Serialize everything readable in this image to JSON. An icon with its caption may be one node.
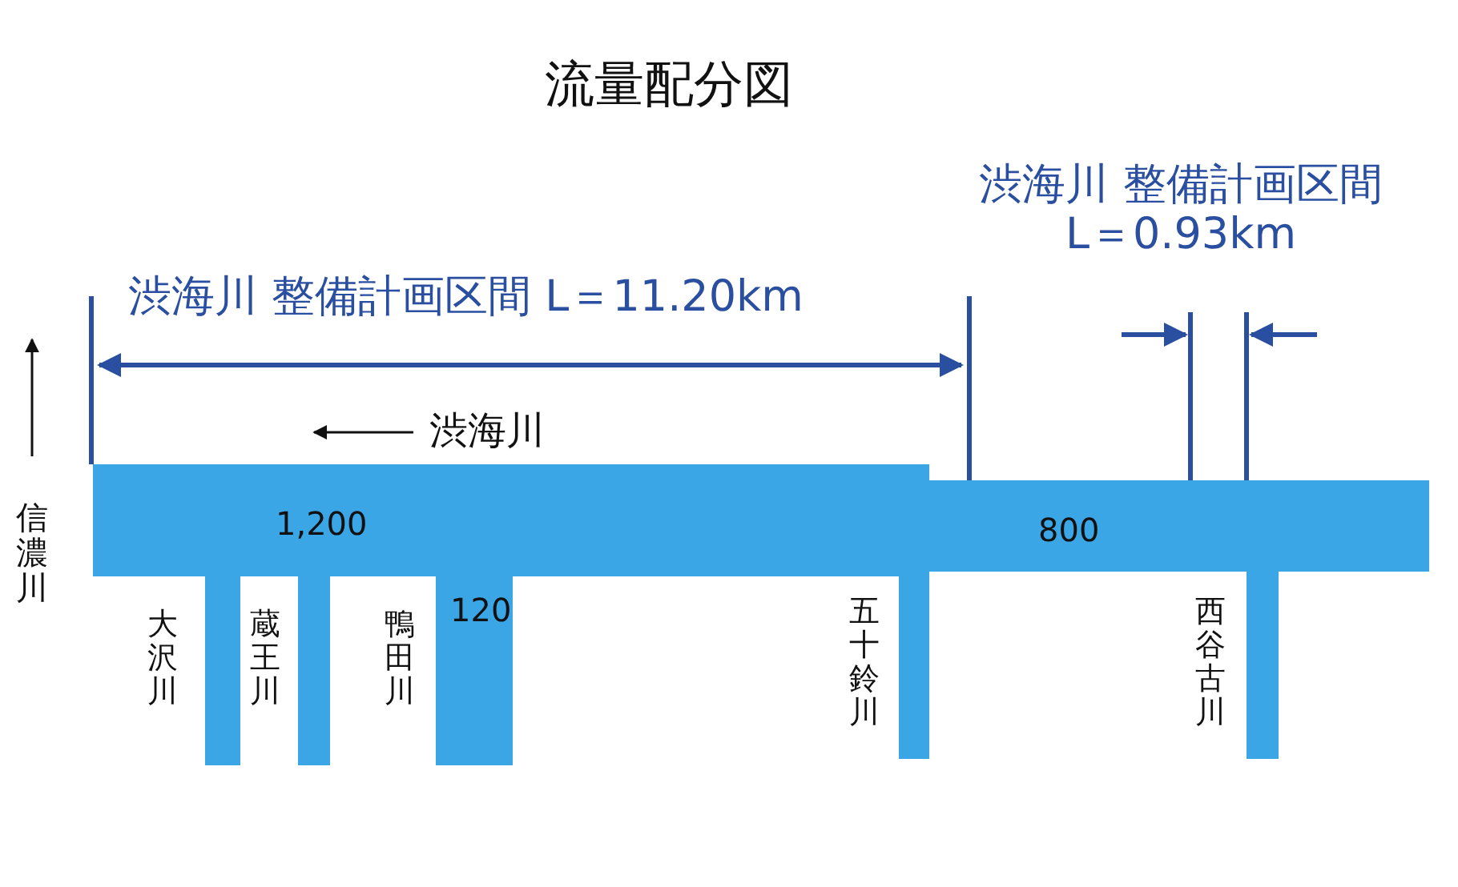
{
  "diagram": {
    "title": "流量配分図",
    "labels": [
      "渋海川 整備計画区間 L＝0.93km",
      "渋海川 整備計画区間 L＝11.20km",
      "渋海川",
      "信濃川",
      "1,200",
      "800",
      "大沢川",
      "蔵王川",
      "鴨田川",
      "120",
      "五十鈴川",
      "西谷古川"
    ]
  }
}
